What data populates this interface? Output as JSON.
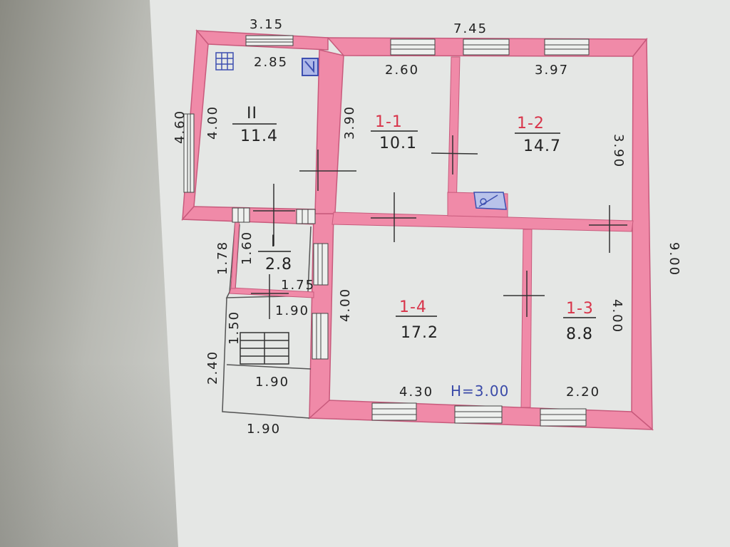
{
  "colors": {
    "wall": "#f08aa8",
    "wall_edge": "#c85a7c",
    "paper": "#e6e8e6",
    "ink": "#222222",
    "room_code": "#d8344a",
    "height_note": "#3a4aa8",
    "icon_blue": "#3d4fb0"
  },
  "outer_dims": {
    "top_left": "3.15",
    "top_right": "7.45",
    "left_height": "4.60",
    "right_height": "9.00",
    "entry_width": "1.90",
    "entry_height": "2.40",
    "stair_height": "1.78"
  },
  "rooms": [
    {
      "code": "II",
      "area": "11.4",
      "width": "2.85",
      "height": "4.00"
    },
    {
      "code": "1-1",
      "area": "10.1",
      "width": "2.60",
      "height": "3.90"
    },
    {
      "code": "1-2",
      "area": "14.7",
      "width": "3.97",
      "height": "3.90"
    },
    {
      "code": "I",
      "area": "2.8",
      "width": "1.75",
      "height": "1.60"
    },
    {
      "code": "1-4",
      "area": "17.2",
      "width": "4.30",
      "height": "4.00"
    },
    {
      "code": "1-3",
      "area": "8.8",
      "width": "2.20",
      "height": "4.00"
    }
  ],
  "porch": {
    "upper_width": "1.90",
    "stair_len": "1.50",
    "lower_width": "1.90"
  },
  "height_note": "H=3.00",
  "icons": [
    "stove-grid-icon",
    "boiler-icon",
    "heater-icon"
  ]
}
